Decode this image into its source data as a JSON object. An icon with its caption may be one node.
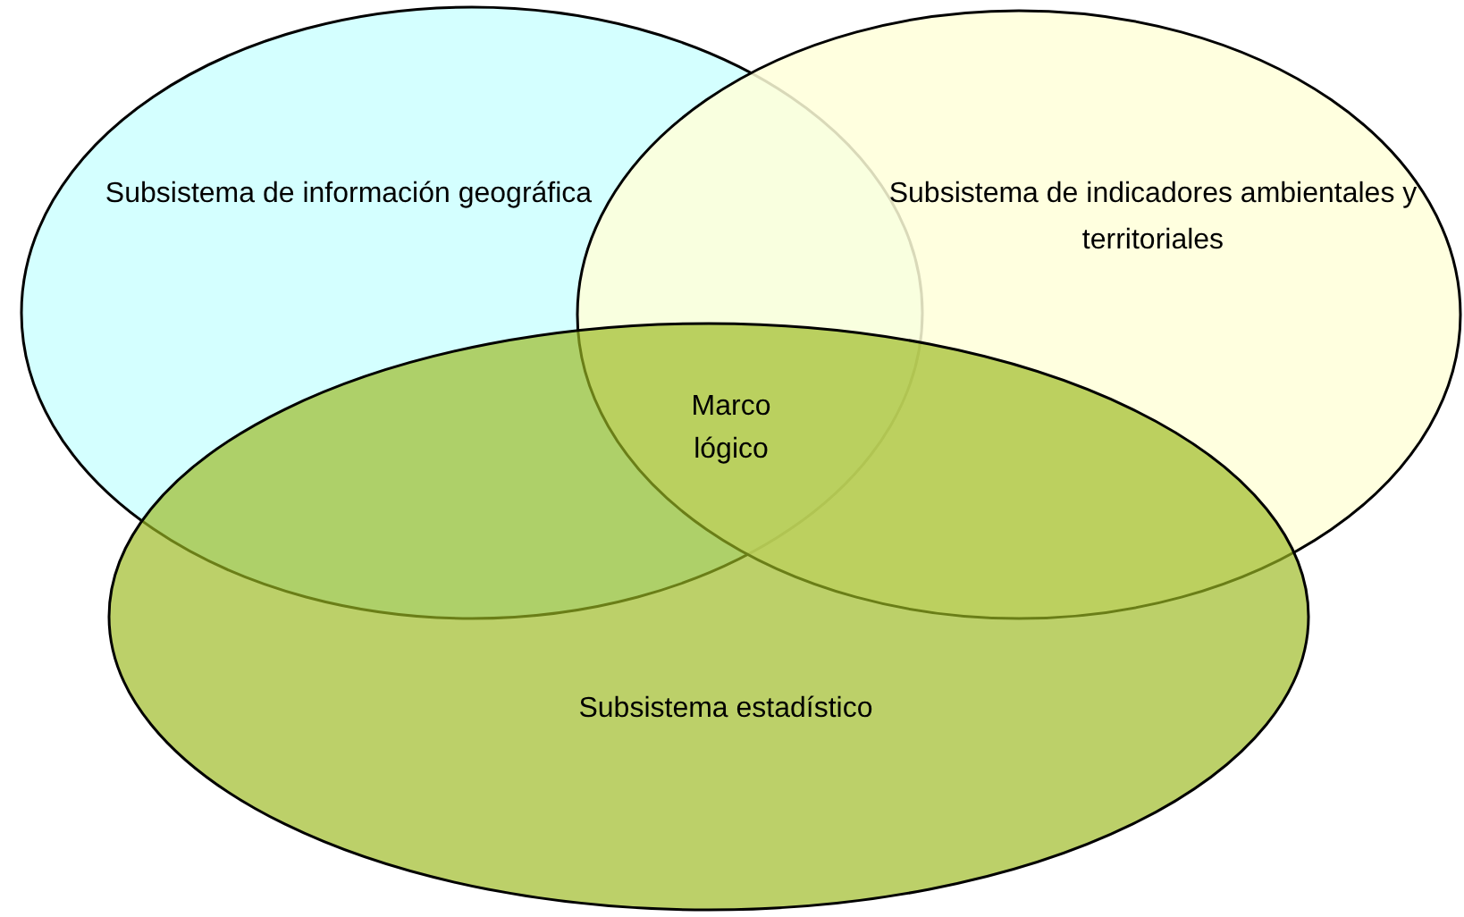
{
  "diagram": {
    "nodes": [
      {
        "text": [
          "Subsistema de información geográfica"
        ]
      },
      {
        "text": [
          "Subsistema de indicadores ambientales y territoriales"
        ]
      },
      {
        "text": [
          "Subsistema estadístico"
        ]
      }
    ],
    "edges": [],
    "labels": [
      "Marco lógico"
    ]
  }
}
